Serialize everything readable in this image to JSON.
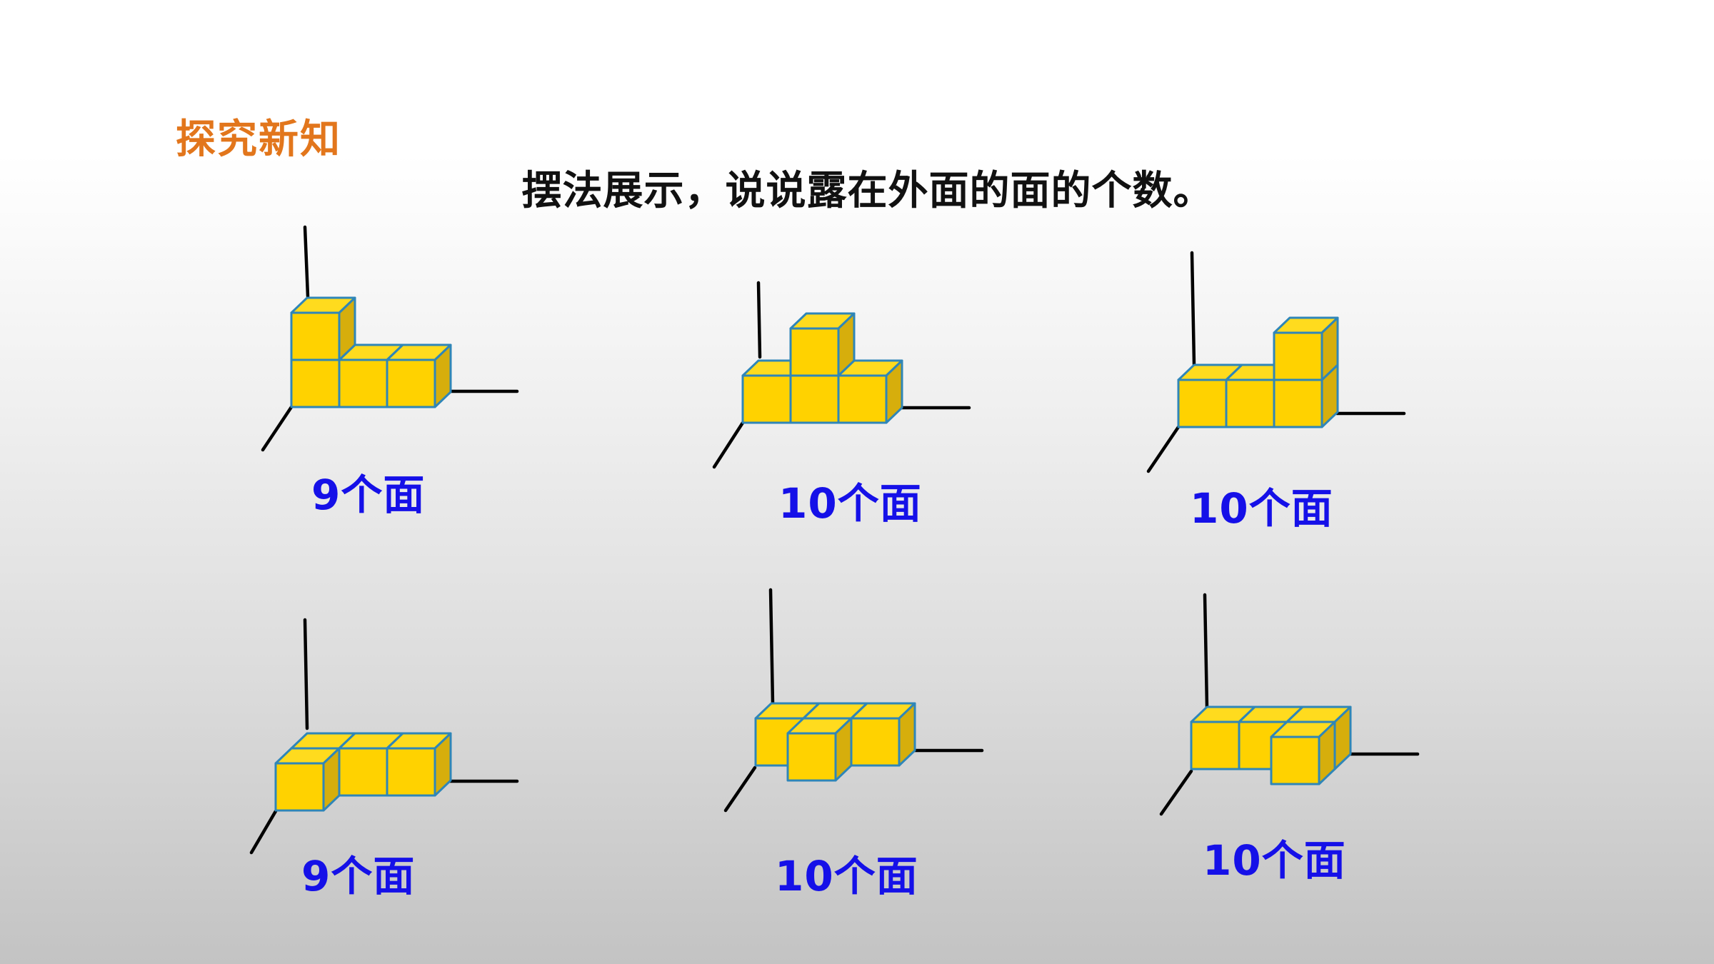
{
  "header": {
    "section_title": "探究新知",
    "instruction": "摆法展示，说说露在外面的面的个数。"
  },
  "colors": {
    "cube_front": "#FFD200",
    "cube_top": "#FFDB1E",
    "cube_side": "#D6AE0C",
    "cube_edge": "#2F86B8",
    "axis": "#000000",
    "label": "#1510E8",
    "title": "#E2761C"
  },
  "arrangements": [
    {
      "label": "9个面"
    },
    {
      "label": "10个面"
    },
    {
      "label": "10个面"
    },
    {
      "label": "9个面"
    },
    {
      "label": "10个面"
    },
    {
      "label": "10个面"
    }
  ]
}
